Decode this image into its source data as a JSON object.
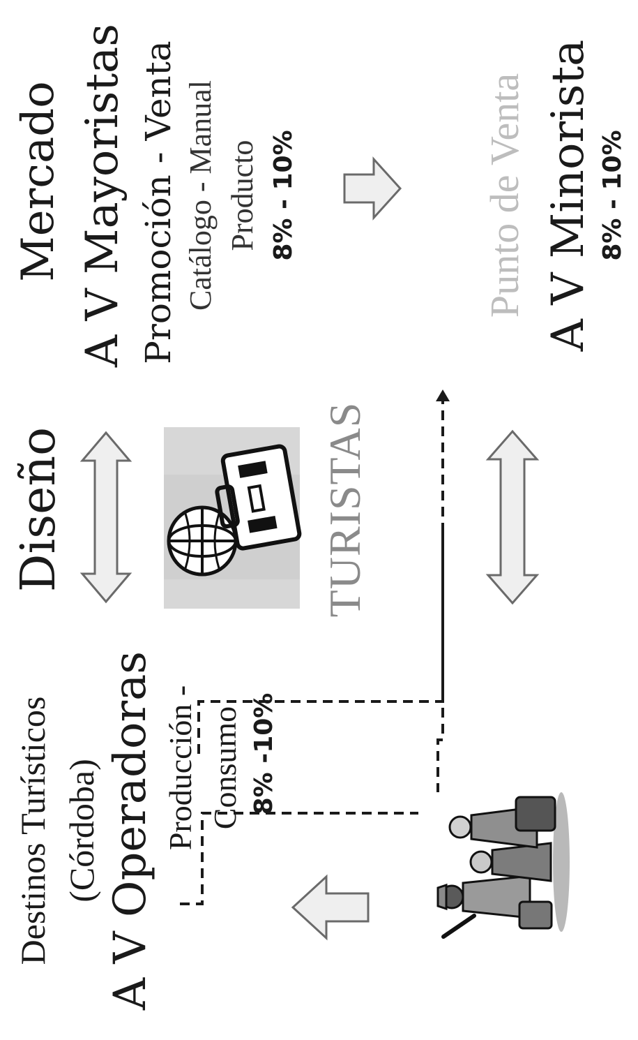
{
  "left": {
    "line1": "Destinos Turísticos",
    "line2": "(Córdoba)",
    "title": "A V Operadoras",
    "sub1": "Producción -",
    "sub2": "Consumo",
    "percent": "8% -10%"
  },
  "middle": {
    "title": "Diseño",
    "tourists": "TURISTAS"
  },
  "right": {
    "market": "Mercado",
    "wholesalers": "A V Mayoristas",
    "promo": "Promoción - Venta",
    "catalog": "Catálogo - Manual",
    "product": "Producto",
    "percent_top": "8% - 10%",
    "point_of_sale": "Punto de Venta",
    "retail": "A V Minorista",
    "percent_bottom": "8% - 10%"
  },
  "icons": [
    "globe-suitcase-icon",
    "tourists-group-icon",
    "arrow-up-icon",
    "arrow-right-icon",
    "double-arrow-icon"
  ],
  "colors": {
    "text": "#1a1a1a",
    "muted": "#8a8a8a",
    "light": "#bdbdbd",
    "arrow_fill": "#efefef",
    "arrow_stroke": "#6a6a6a"
  }
}
